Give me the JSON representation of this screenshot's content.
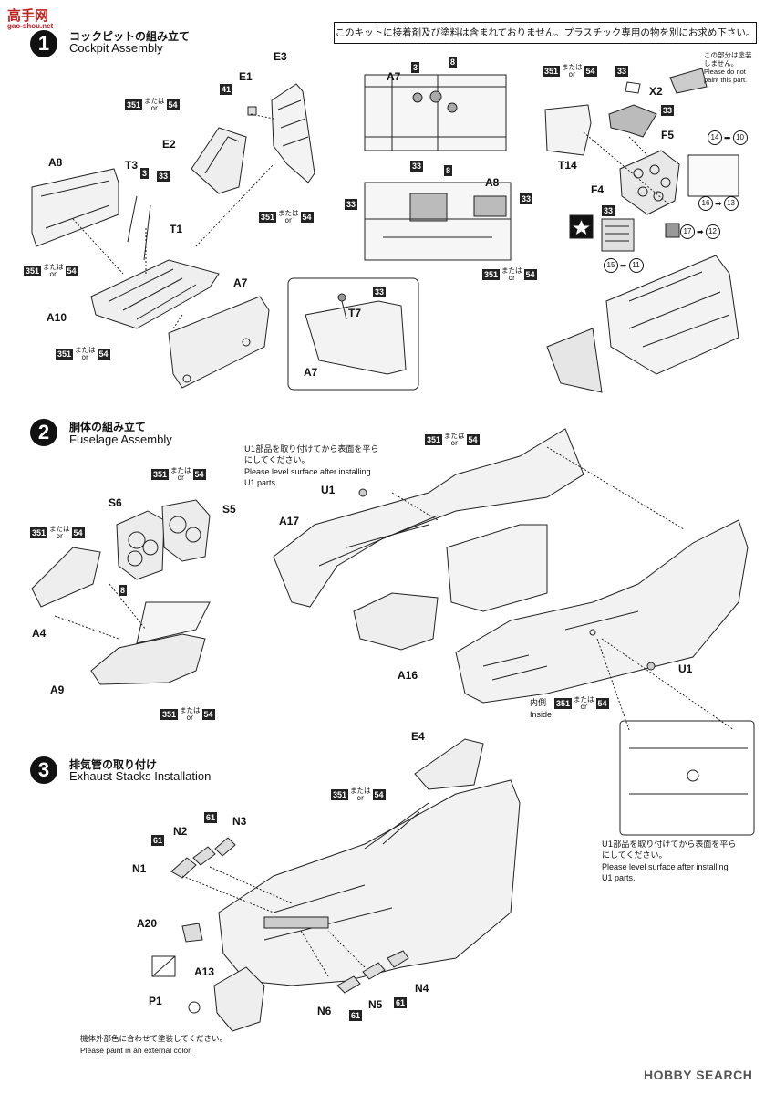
{
  "watermark_top": {
    "logo": "高手网",
    "sub": "gao-shou.net"
  },
  "notice": "このキットに接着剤及び塗料は含まれておりません。プラスチック専用の物を別にお求め下さい。",
  "steps": [
    {
      "num": "1",
      "jp": "コックピットの組み立て",
      "en": "Cockpit Assembly"
    },
    {
      "num": "2",
      "jp": "胴体の組み立て",
      "en": "Fuselage Assembly"
    },
    {
      "num": "3",
      "jp": "排気管の取り付け",
      "en": "Exhaust Stacks Installation"
    }
  ],
  "paint": {
    "matawa": "または",
    "or": "or"
  },
  "do_not_paint": {
    "jp1": "この部分は塗装",
    "jp2": "しません。",
    "en1": "Please do not",
    "en2": "paint this part."
  },
  "level_note": {
    "jp1": "U1部品を取り付けてから表面を平ら",
    "jp2": "にしてください。",
    "en1": "Please level surface after installing",
    "en2": "U1 parts."
  },
  "inside": {
    "jp": "内側",
    "en": "Inside"
  },
  "external_color": {
    "jp": "機体外部色に合わせて塗装してください。",
    "en": "Please paint in an external color."
  },
  "parts": [
    "E3",
    "E1",
    "41",
    "E2",
    "351",
    "54",
    "A8",
    "T3",
    "3",
    "33",
    "T1",
    "A10",
    "A7",
    "T7",
    "A7",
    "A7",
    "3",
    "8",
    "33",
    "A8",
    "8",
    "33",
    "33",
    "351",
    "33",
    "X2",
    "T14",
    "33",
    "F5",
    "F4",
    "33",
    "14",
    "10",
    "16",
    "13",
    "17",
    "12",
    "15",
    "11",
    "S6",
    "S5",
    "8",
    "A4",
    "A9",
    "U1",
    "A17",
    "U1",
    "A16",
    "E4",
    "N2",
    "N3",
    "N1",
    "61",
    "61",
    "A20",
    "A13",
    "P1",
    "N4",
    "N5",
    "N6",
    "61",
    "61"
  ],
  "watermark_bottom": "HOBBY SEARCH"
}
